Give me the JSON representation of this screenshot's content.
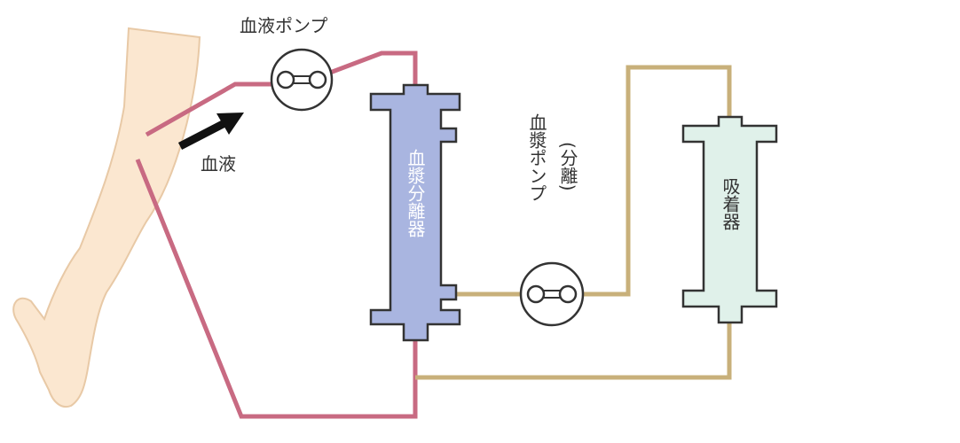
{
  "labels": {
    "blood_pump": "血液ポンプ",
    "blood": "血液",
    "plasma_separator": "血漿分離器",
    "plasma_pump_main": "血漿ポンプ",
    "plasma_pump_note": "(分離)",
    "adsorber": "吸着器"
  },
  "colors": {
    "blood_line": "#c86a82",
    "plasma_line": "#c8b07a",
    "separator_fill": "#a9b5e0",
    "adsorber_fill": "#e0f1ea",
    "skin": "#fbe7d0",
    "skin_outline": "#e8c9a6",
    "outline": "#333333"
  }
}
